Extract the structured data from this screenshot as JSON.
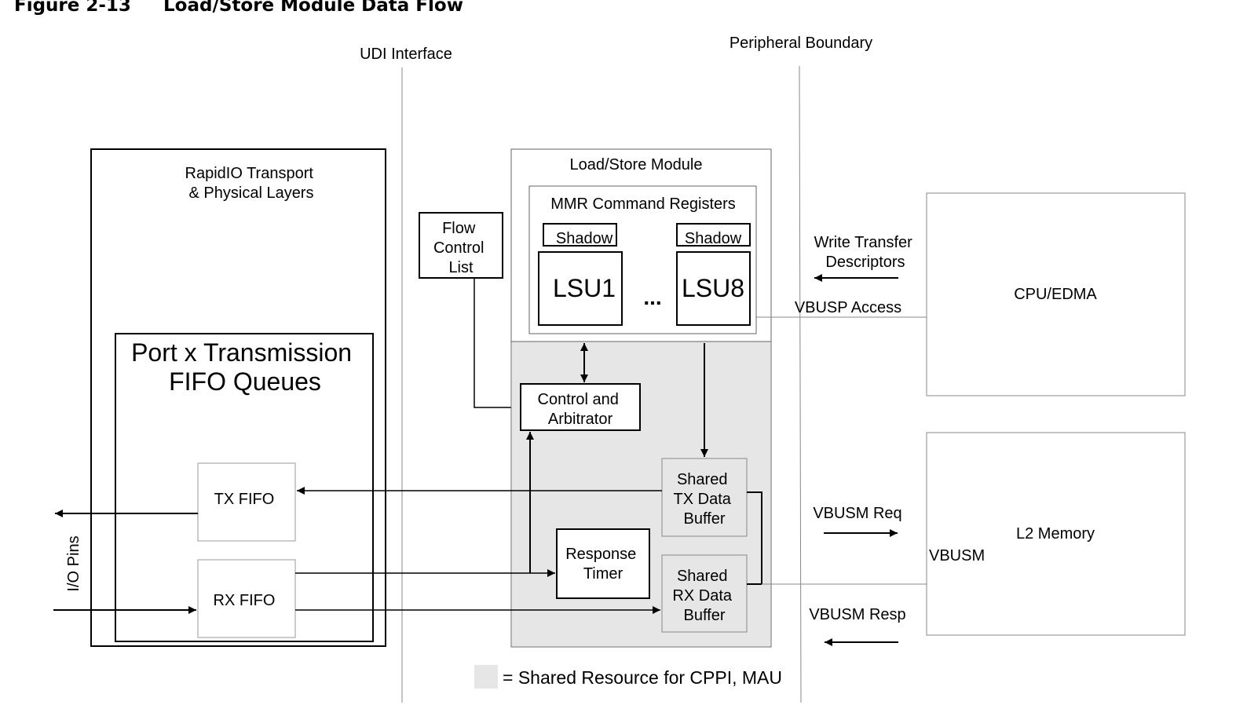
{
  "figure": {
    "number": "Figure 2-13",
    "title": "Load/Store Module Data Flow"
  },
  "boundaries": {
    "udi": "UDI Interface",
    "peripheral": "Peripheral Boundary"
  },
  "blocks": {
    "rapidio": [
      "RapidIO Transport",
      "& Physical Layers"
    ],
    "port_fifo": [
      "Port x  Transmission",
      "FIFO Queues"
    ],
    "tx_fifo": "TX FIFO",
    "rx_fifo": "RX FIFO",
    "io_pins": "I/O Pins",
    "flow_control": [
      "Flow",
      "Control",
      "List"
    ],
    "lsm": "Load/Store Module",
    "mmr": "MMR Command Registers",
    "shadow": "Shadow",
    "lsu1": "LSU1",
    "ellipsis": "...",
    "lsu8": "LSU8",
    "control": [
      "Control and",
      "Arbitrator"
    ],
    "response_timer": [
      "Response",
      "Timer"
    ],
    "shared_tx": [
      "Shared",
      "TX Data",
      "Buffer"
    ],
    "shared_rx": [
      "Shared",
      "RX Data",
      "Buffer"
    ],
    "cpu": "CPU/EDMA",
    "l2": "L2 Memory"
  },
  "labels": {
    "write_transfer": [
      "Write Transfer",
      "Descriptors"
    ],
    "vbusp_access": "VBUSP Access",
    "vbusm_req": "VBUSM  Req",
    "vbusm": "VBUSM",
    "vbusm_resp": "VBUSM  Resp"
  },
  "legend": {
    "text": "= Shared Resource for CPPI, MAU",
    "color": "#e6e6e6"
  },
  "colors": {
    "shared_region": "#e6e6e6",
    "fifo_border": "#999999",
    "boundary_line": "#888888"
  }
}
